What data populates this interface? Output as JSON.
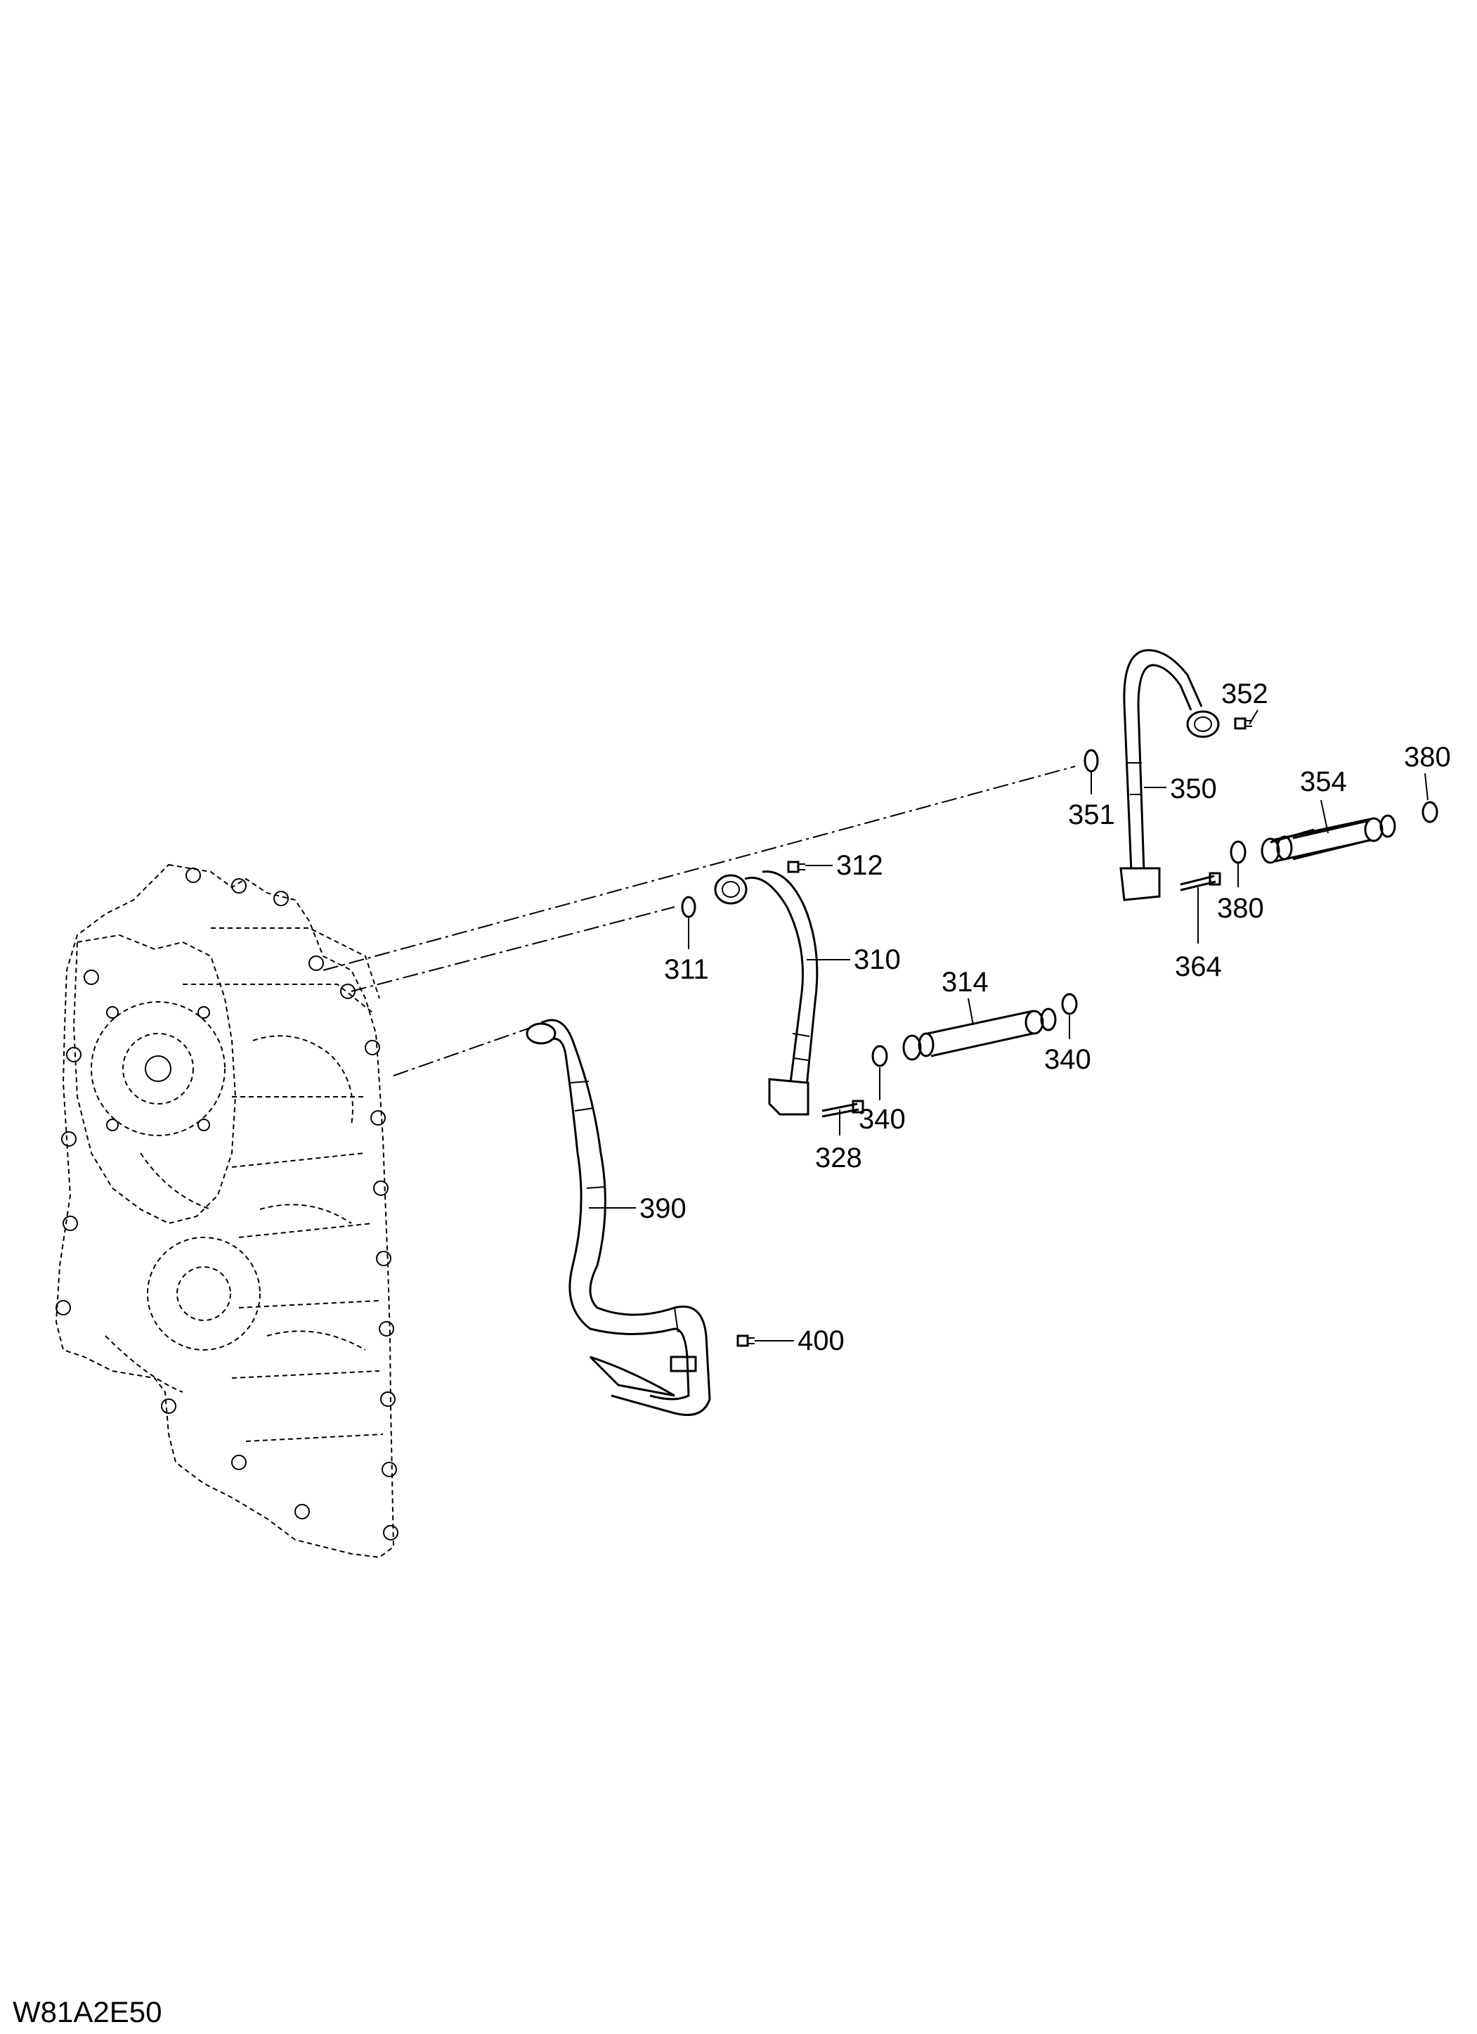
{
  "diagram": {
    "callouts": [
      {
        "id": "352",
        "label": "352"
      },
      {
        "id": "380a",
        "label": "380"
      },
      {
        "id": "354",
        "label": "354"
      },
      {
        "id": "350",
        "label": "350"
      },
      {
        "id": "351",
        "label": "351"
      },
      {
        "id": "380b",
        "label": "380"
      },
      {
        "id": "364",
        "label": "364"
      },
      {
        "id": "312",
        "label": "312"
      },
      {
        "id": "311",
        "label": "311"
      },
      {
        "id": "310",
        "label": "310"
      },
      {
        "id": "314",
        "label": "314"
      },
      {
        "id": "340a",
        "label": "340"
      },
      {
        "id": "340b",
        "label": "340"
      },
      {
        "id": "328",
        "label": "328"
      },
      {
        "id": "390",
        "label": "390"
      },
      {
        "id": "400",
        "label": "400"
      }
    ],
    "drawing_code": "W81A2E50"
  }
}
